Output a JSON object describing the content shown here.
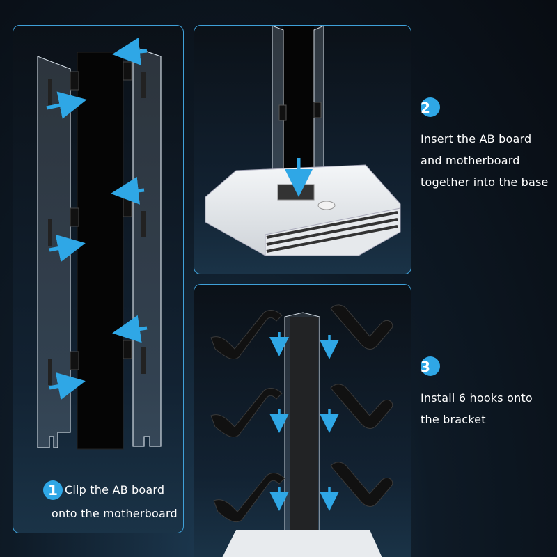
{
  "steps": [
    {
      "number": "1",
      "lines": [
        "Clip the AB board",
        "onto the motherboard"
      ]
    },
    {
      "number": "2",
      "lines": [
        "Insert the AB board",
        "and motherboard",
        "together into the base"
      ]
    },
    {
      "number": "3",
      "lines": [
        "Install 6 hooks onto",
        "the bracket"
      ]
    }
  ],
  "colors": {
    "accent": "#2fa7e6",
    "panel_border": "#3fa0d8",
    "text": "#ffffff"
  }
}
